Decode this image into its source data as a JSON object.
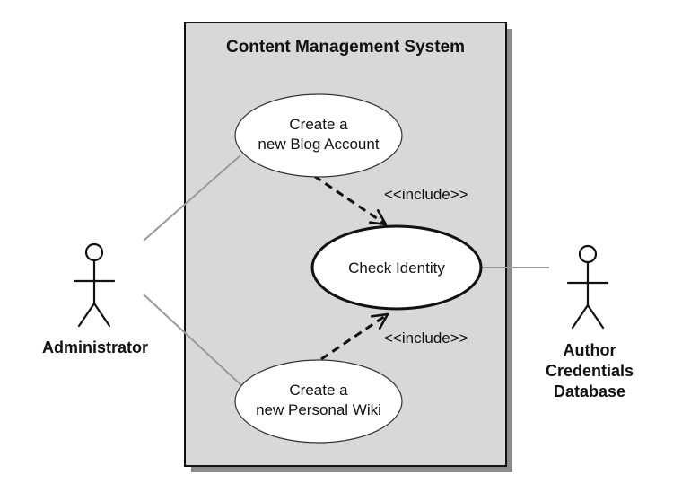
{
  "system": {
    "title": "Content Management System"
  },
  "actors": [
    {
      "id": "administrator",
      "lines": [
        "Administrator"
      ]
    },
    {
      "id": "author-credentials-database",
      "lines": [
        "Author",
        "Credentials",
        "Database"
      ]
    }
  ],
  "use_cases": [
    {
      "id": "create-blog-account",
      "lines": [
        "Create a",
        "new Blog Account"
      ]
    },
    {
      "id": "check-identity",
      "lines": [
        "Check Identity"
      ]
    },
    {
      "id": "create-personal-wiki",
      "lines": [
        "Create a",
        "new Personal Wiki"
      ]
    }
  ],
  "relations": [
    {
      "from": "administrator",
      "to": "create-blog-account",
      "kind": "association"
    },
    {
      "from": "administrator",
      "to": "create-personal-wiki",
      "kind": "association"
    },
    {
      "from": "check-identity",
      "to": "author-credentials-database",
      "kind": "association"
    },
    {
      "from": "create-blog-account",
      "to": "check-identity",
      "kind": "include",
      "label": "<<include>>"
    },
    {
      "from": "create-personal-wiki",
      "to": "check-identity",
      "kind": "include",
      "label": "<<include>>"
    }
  ],
  "colors": {
    "system_fill": "#d8d8d8",
    "system_shadow": "#8c8c8c",
    "line_gray": "#9a9a9a",
    "stroke": "#111111",
    "ellipse_fill": "#ffffff"
  }
}
